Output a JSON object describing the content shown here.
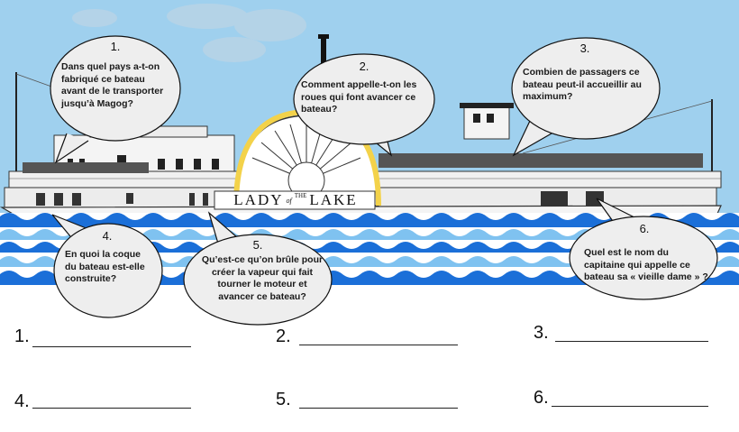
{
  "boat_name": {
    "lady": "LADY",
    "of": "of",
    "the": "THE",
    "lake": "LAKE"
  },
  "colors": {
    "sky": "#9fd0ee",
    "water_dark": "#1b6fd8",
    "water_light": "#7fc2f0",
    "hull": "#f2f2f2",
    "bubble_fill": "#eeeeee"
  },
  "questions": [
    {
      "num": "1.",
      "lines": [
        "Dans quel pays a-t-on",
        "fabriqué ce bateau",
        "avant de le transporter",
        "jusqu’à Magog?"
      ]
    },
    {
      "num": "2.",
      "lines": [
        "Comment  appelle-t-on les",
        "roues qui font avancer ce",
        "bateau?"
      ]
    },
    {
      "num": "3.",
      "lines": [
        "Combien de passagers ce",
        "bateau peut-il accueillir au",
        "maximum?"
      ]
    },
    {
      "num": "4.",
      "lines": [
        "En quoi la coque",
        "du bateau est-elle",
        "construite?"
      ]
    },
    {
      "num": "5.",
      "lines": [
        "Qu’est-ce qu’on brûle  pour",
        "créer la vapeur qui fait",
        "tourner le moteur et",
        "avancer ce bateau?"
      ]
    },
    {
      "num": "6.",
      "lines": [
        "Quel est le nom du",
        "capitaine qui appelle ce",
        "bateau sa « vieille dame » ?"
      ]
    }
  ],
  "answers": [
    {
      "label": "1."
    },
    {
      "label": "2."
    },
    {
      "label": "3."
    },
    {
      "label": "4."
    },
    {
      "label": "5."
    },
    {
      "label": "6."
    }
  ]
}
